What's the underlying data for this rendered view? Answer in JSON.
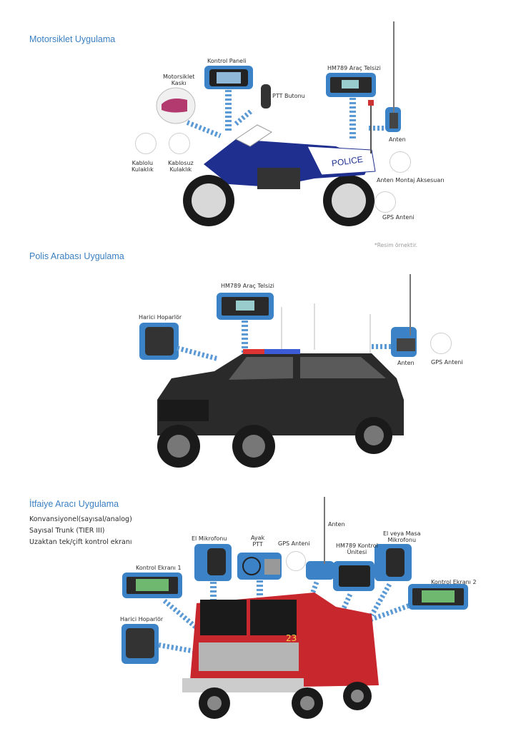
{
  "sections": {
    "motorcycle": {
      "title": "Motorsiklet Uygulama",
      "labels": {
        "control_panel": "Kontrol Paneli",
        "helmet": "Motorsiklet\nKaskı",
        "ptt": "PTT Butonu",
        "radio": "HM789 Araç Telsizi",
        "antenna": "Anten",
        "wired_earphone": "Kablolu\nKulaklık",
        "wireless_earphone": "Kablosuz\nKulaklık",
        "antenna_mount": "Anten Montaj Aksesuarı",
        "gps_antenna": "GPS Anteni"
      },
      "police_text": "POLICE",
      "note": "*Resim örnektir."
    },
    "police_car": {
      "title": "Polis Arabası Uygulama",
      "labels": {
        "radio": "HM789 Araç Telsizi",
        "speaker": "Harici Hoparlör",
        "antenna": "Anten",
        "gps_antenna": "GPS Anteni"
      }
    },
    "fire_truck": {
      "title": "İtfaiye Aracı Uygulama",
      "features": [
        "Konvansiyonel(sayısal/analog)",
        "Sayısal Trunk (TIER III)",
        "Uzaktan tek/çift kontrol ekranı"
      ],
      "labels": {
        "antenna": "Anten",
        "hand_mic": "El Mikrofonu",
        "foot_ptt": "Ayak\nPTT",
        "gps_antenna": "GPS Anteni",
        "control_unit": "HM789 Kontrol\nÜnitesi",
        "desk_mic": "El veya Masa\nMikrofonu",
        "screen1": "Kontrol Ekranı 1",
        "screen2": "Kontrol Ekranı 2",
        "speaker": "Harici Hoparlör"
      },
      "truck_number": "23"
    }
  },
  "colors": {
    "accent": "#3a7fc1",
    "tile": "#3b82c6",
    "beam": "#5c9ad6"
  }
}
